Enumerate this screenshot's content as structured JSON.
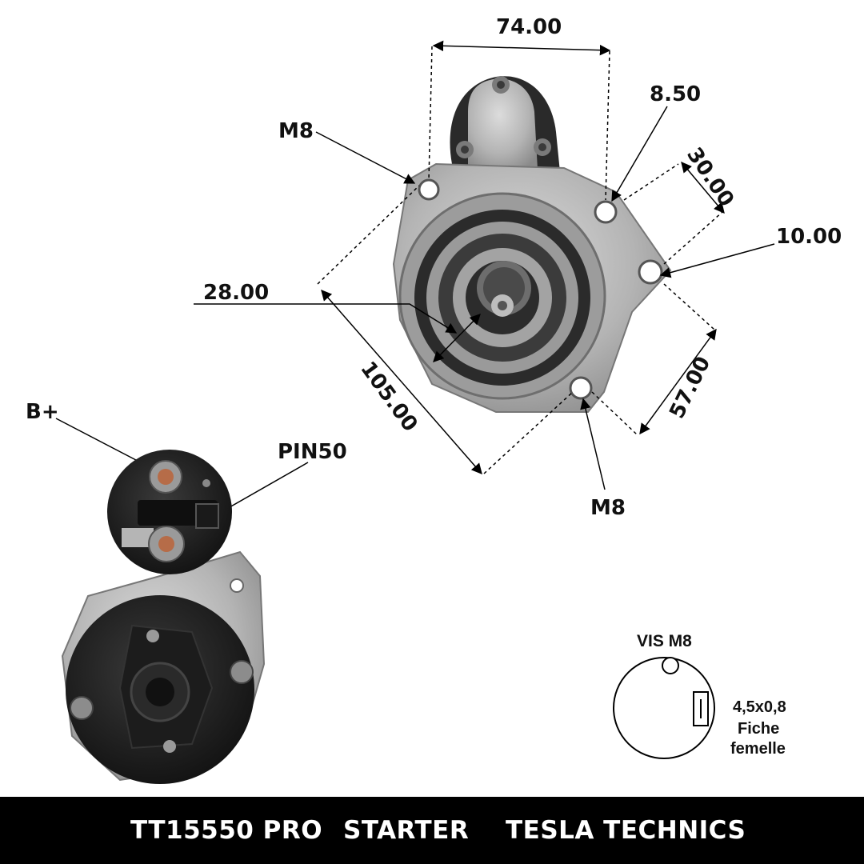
{
  "dimensions": {
    "top_width": "74.00",
    "hole_diameter": "8.50",
    "hole_spacing_top_right": "30.00",
    "hole_diameter_right": "10.00",
    "pinion_diameter": "28.00",
    "flange_diagonal": "105.00",
    "hole_spacing_bottom_right": "57.00",
    "thread_top": "M8",
    "thread_bottom": "M8"
  },
  "terminals": {
    "battery": "B+",
    "pin": "PIN50"
  },
  "connector_detail": {
    "screw": "VIS M8",
    "tab_size": "4,5x0,8",
    "line1": "Fiche",
    "line2": "femelle"
  },
  "footer": {
    "model": "TT15550 PRO",
    "product": "STARTER",
    "brand": "TESLA TECHNICS"
  },
  "colors": {
    "metal": "#a8a8a8",
    "dark": "#1a1a1a",
    "footer_bg": "#000000",
    "footer_text": "#ffffff"
  }
}
